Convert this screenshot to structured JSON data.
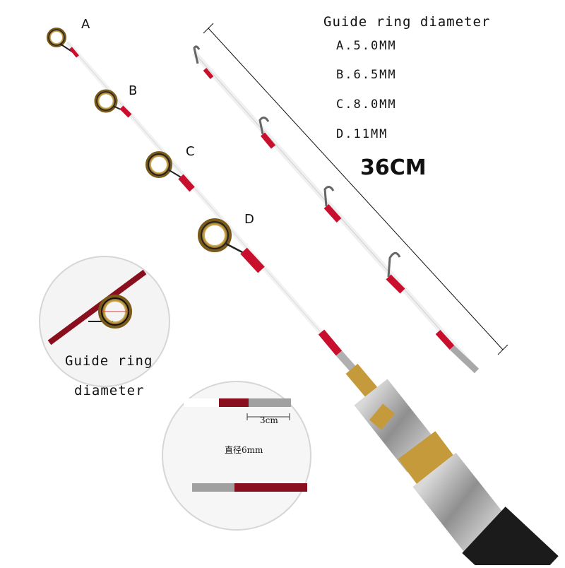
{
  "spec": {
    "title": "Guide ring diameter",
    "sizes": [
      "A.5.0MM",
      "B.6.5MM",
      "C.8.0MM",
      "D.11MM"
    ],
    "length": "36CM"
  },
  "guide_labels": [
    "A",
    "B",
    "C",
    "D"
  ],
  "inset_ring": {
    "caption_line1": "Guide ring",
    "caption_line2": "diameter"
  },
  "inset_tip": {
    "length_label": "3cm",
    "diameter_label": "直径6mm"
  },
  "colors": {
    "rod_red": "#c8102e",
    "ring_gold": "#c9a24a",
    "handle_gold": "#c59a3a",
    "metal": "#9a9a9a",
    "handle_black": "#1b1b1b"
  }
}
